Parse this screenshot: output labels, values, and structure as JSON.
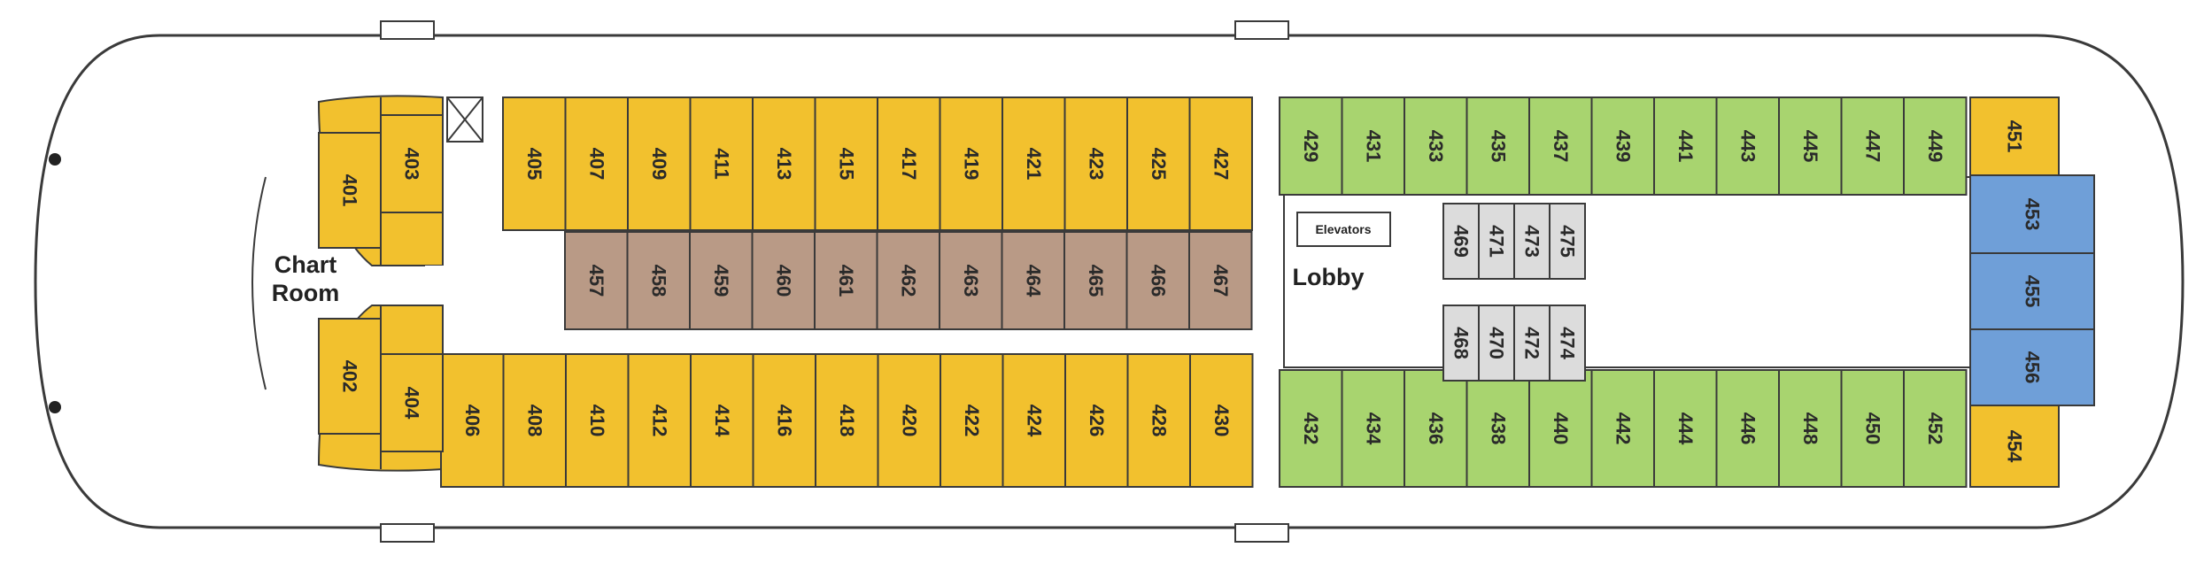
{
  "labels": {
    "chart_room_line1": "Chart",
    "chart_room_line2": "Room",
    "lobby": "Lobby",
    "elevators": "Elevators"
  },
  "colors": {
    "yellow": "#f2c12e",
    "brown": "#b99a86",
    "green": "#a8d46f",
    "blue": "#6f9fd8",
    "grey": "#dcdcdc",
    "line": "#3a3a3a"
  },
  "cabins": {
    "yellow_upper": [
      "405",
      "407",
      "409",
      "411",
      "413",
      "415",
      "417",
      "419",
      "421",
      "423",
      "425",
      "427"
    ],
    "brown_inner": [
      "457",
      "458",
      "459",
      "460",
      "461",
      "462",
      "463",
      "464",
      "465",
      "466",
      "467"
    ],
    "yellow_lower": [
      "406",
      "408",
      "410",
      "412",
      "414",
      "416",
      "418",
      "420",
      "422",
      "424",
      "426",
      "428",
      "430"
    ],
    "green_upper": [
      "429",
      "431",
      "433",
      "435",
      "437",
      "439",
      "441",
      "443",
      "445",
      "447",
      "449"
    ],
    "green_lower": [
      "432",
      "434",
      "436",
      "438",
      "440",
      "442",
      "444",
      "446",
      "448",
      "450",
      "452"
    ],
    "grey_upper": [
      "469",
      "471",
      "473",
      "475"
    ],
    "grey_lower": [
      "468",
      "470",
      "472",
      "474"
    ],
    "yellow_bow": [
      "401",
      "402",
      "403",
      "404"
    ],
    "yellow_stern": [
      "451",
      "454"
    ],
    "blue_stern": [
      "453",
      "455",
      "456"
    ]
  }
}
